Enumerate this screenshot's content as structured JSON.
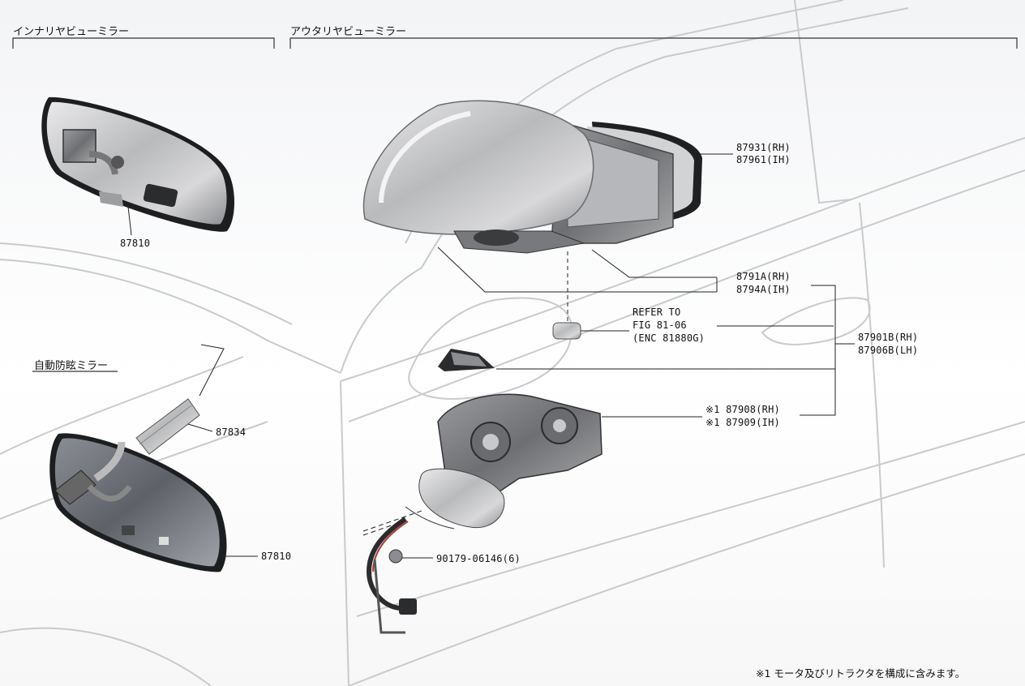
{
  "sections": {
    "inner": "インナリヤビューミラー",
    "outer": "アウタリヤビューミラー",
    "auto": "自動防眩ミラー"
  },
  "labels": {
    "p87810_top": "87810",
    "p87834": "87834",
    "p87810_bottom": "87810",
    "p87931": "87931(RH)",
    "p87961": "87961(IH)",
    "p8791a": "8791A(RH)",
    "p8794a": "8794A(IH)",
    "refer1": "REFER TO",
    "refer2": "FIG 81-06",
    "refer3": "(ENC 81880G)",
    "p87901b": "87901B(RH)",
    "p87906b": "87906B(LH)",
    "p87908": "※1 87908(RH)",
    "p87909": "※1 87909(IH)",
    "p90179": "90179-06146(6)"
  },
  "footnote": "※1 モータ及びリトラクタを構成に含みます。"
}
